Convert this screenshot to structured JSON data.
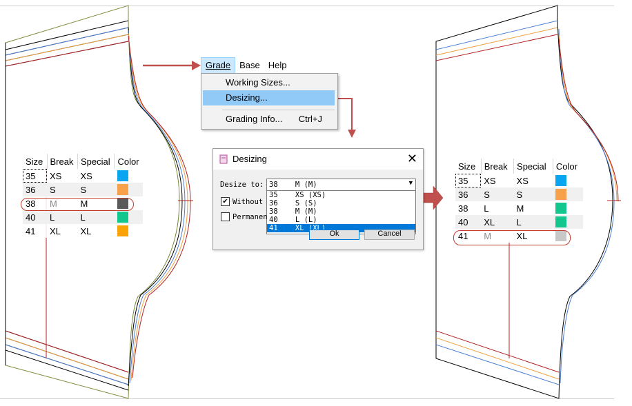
{
  "menu": {
    "bar": [
      "Grade",
      "Base",
      "Help"
    ],
    "items": [
      {
        "label": "Working Sizes...",
        "shortcut": ""
      },
      {
        "label": "Desizing...",
        "shortcut": ""
      },
      {
        "label": "Grading Info...",
        "shortcut": "Ctrl+J"
      }
    ]
  },
  "dialog": {
    "title": "Desizing",
    "desize_label": "Desize to:",
    "selected_value": "38    M (M)",
    "options": [
      "35    XS (XS)",
      "36    S (S)",
      "38    M (M)",
      "40    L (L)",
      "41    XL (XL)"
    ],
    "highlighted_option": "41    XL (XL)",
    "checkbox1_label": "Without",
    "checkbox1_checked": true,
    "checkbox2_label": "Permanen",
    "checkbox2_checked": false,
    "ok_label": "Ok",
    "cancel_label": "Cancel"
  },
  "table_before": {
    "headers": [
      "Size",
      "Break",
      "Special",
      "Color"
    ],
    "rows": [
      {
        "size": "35",
        "break": "XS",
        "special": "XS",
        "color": "#0aa5f0"
      },
      {
        "size": "36",
        "break": "S",
        "special": "S",
        "color": "#f7a24a"
      },
      {
        "size": "38",
        "break": "M",
        "special": "M",
        "color": "#5a5a5a"
      },
      {
        "size": "40",
        "break": "L",
        "special": "L",
        "color": "#12c68d"
      },
      {
        "size": "41",
        "break": "XL",
        "special": "XL",
        "color": "#f9a304"
      }
    ]
  },
  "table_after": {
    "headers": [
      "Size",
      "Break",
      "Special",
      "Color"
    ],
    "rows": [
      {
        "size": "35",
        "break": "XS",
        "special": "XS",
        "color": "#0aa5f0"
      },
      {
        "size": "36",
        "break": "S",
        "special": "S",
        "color": "#f7a24a"
      },
      {
        "size": "38",
        "break": "L",
        "special": "M",
        "color": "#12c68d"
      },
      {
        "size": "40",
        "break": "XL",
        "special": "L",
        "color": "#12c68d"
      },
      {
        "size": "41",
        "break": "M",
        "special": "XL",
        "color": "#c8c8c8"
      }
    ]
  },
  "colors": {
    "accent_arrow": "#c0504d",
    "menu_highlight": "#91c9f7",
    "selection": "#0078d7"
  }
}
